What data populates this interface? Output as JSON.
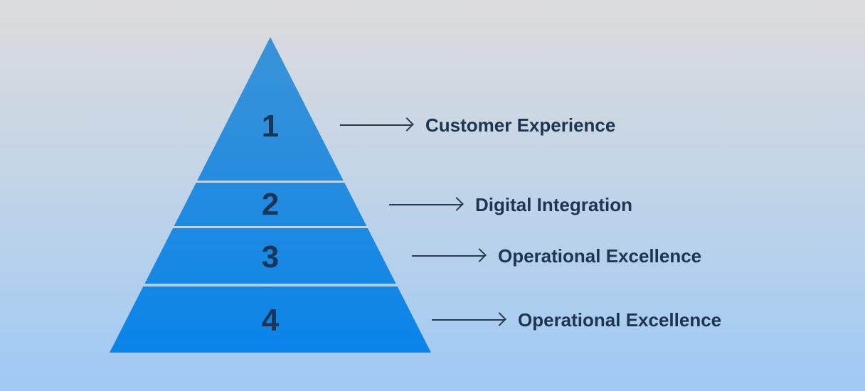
{
  "pyramid": {
    "levels": [
      {
        "number": "1",
        "label": "Customer Experience"
      },
      {
        "number": "2",
        "label": "Digital Integration"
      },
      {
        "number": "3",
        "label": "Operational Excellence"
      },
      {
        "number": "4",
        "label": "Operational Excellence"
      }
    ],
    "colors": {
      "top": "#3a92d8",
      "bottom": "#0b84e8",
      "text": "#1e3550"
    }
  }
}
